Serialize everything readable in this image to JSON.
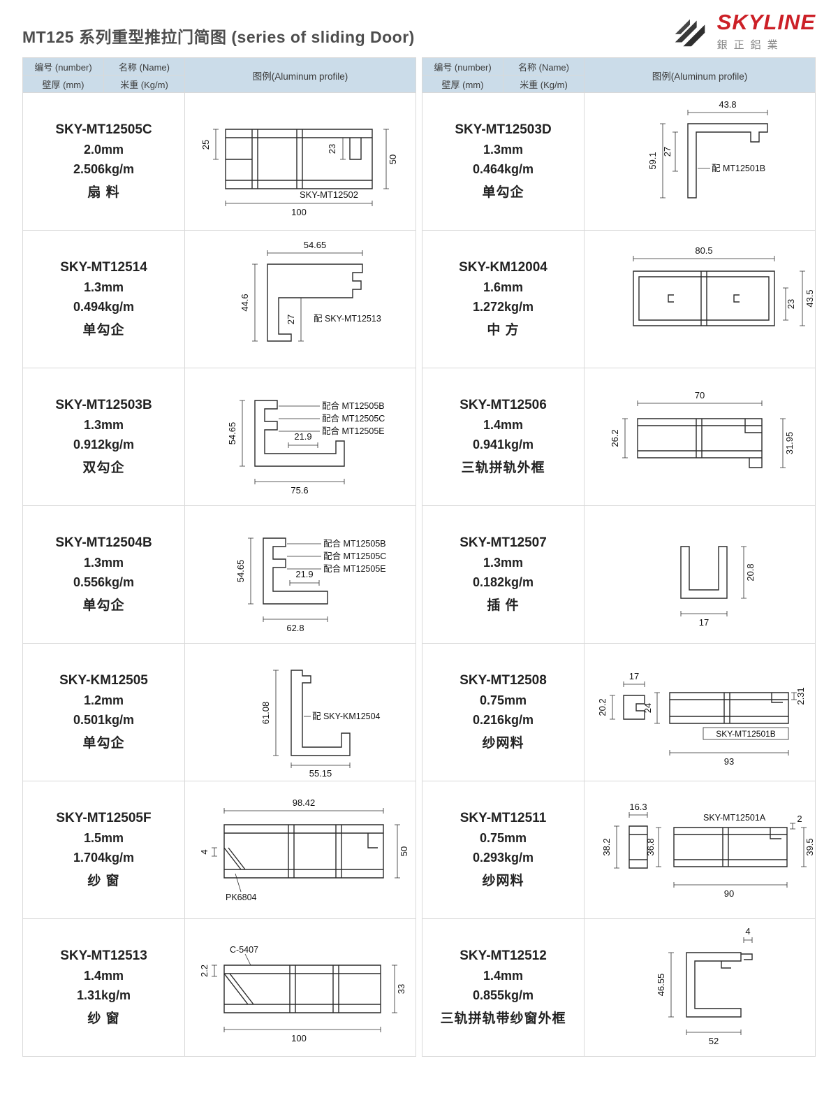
{
  "page": {
    "title": "MT125 系列重型推拉门简图 (series of  sliding Door)"
  },
  "logo": {
    "brand": "SKYLINE",
    "sub": "銀正鋁業"
  },
  "colors": {
    "brand_red": "#cc2027",
    "header_cell_bg": "#cbdce9",
    "grid_line": "#d9d9d9"
  },
  "table_header": {
    "number": "编号 (number)",
    "name": "名称 (Name)",
    "thickness": "壁厚 (mm)",
    "weight": "米重 (Kg/m)",
    "legend": "图例(Aluminum profile)"
  },
  "left_rows": [
    {
      "code": "SKY-MT12505C",
      "thickness": "2.0mm",
      "weight": "2.506kg/m",
      "name": "扇 料",
      "dims": {
        "v1": "25",
        "v2": "23",
        "v3": "50",
        "h1": "100",
        "note": "SKY-MT12502"
      }
    },
    {
      "code": "SKY-MT12514",
      "thickness": "1.3mm",
      "weight": "0.494kg/m",
      "name": "单勾企",
      "dims": {
        "h1": "54.65",
        "v1": "44.6",
        "v2": "27",
        "note": "配 SKY-MT12513"
      }
    },
    {
      "code": "SKY-MT12503B",
      "thickness": "1.3mm",
      "weight": "0.912kg/m",
      "name": "双勾企",
      "dims": {
        "v1": "54.65",
        "h1": "21.9",
        "h2": "75.6",
        "n1": "配合 MT12505B",
        "n2": "配合 MT12505C",
        "n3": "配合 MT12505E"
      }
    },
    {
      "code": "SKY-MT12504B",
      "thickness": "1.3mm",
      "weight": "0.556kg/m",
      "name": "单勾企",
      "dims": {
        "v1": "54.65",
        "h1": "21.9",
        "h2": "62.8",
        "n1": "配合 MT12505B",
        "n2": "配合 MT12505C",
        "n3": "配合 MT12505E"
      }
    },
    {
      "code": "SKY-KM12505",
      "thickness": "1.2mm",
      "weight": "0.501kg/m",
      "name": "单勾企",
      "dims": {
        "v1": "61.08",
        "h1": "55.15",
        "note": "配 SKY-KM12504"
      }
    },
    {
      "code": "SKY-MT12505F",
      "thickness": "1.5mm",
      "weight": "1.704kg/m",
      "name": "纱 窗",
      "dims": {
        "h1": "98.42",
        "v1": "4",
        "v2": "50",
        "note": "PK6804"
      }
    },
    {
      "code": "SKY-MT12513",
      "thickness": "1.4mm",
      "weight": "1.31kg/m",
      "name": "纱 窗",
      "dims": {
        "note": "C-5407",
        "v1": "2.2",
        "v2": "33",
        "h1": "100"
      }
    }
  ],
  "right_rows": [
    {
      "code": "SKY-MT12503D",
      "thickness": "1.3mm",
      "weight": "0.464kg/m",
      "name": "单勾企",
      "dims": {
        "h1": "43.8",
        "v1": "59.1",
        "v2": "27",
        "note": "配 MT12501B"
      }
    },
    {
      "code": "SKY-KM12004",
      "thickness": "1.6mm",
      "weight": "1.272kg/m",
      "name": "中 方",
      "dims": {
        "h1": "80.5",
        "v1": "23",
        "v2": "43.5"
      }
    },
    {
      "code": "SKY-MT12506",
      "thickness": "1.4mm",
      "weight": "0.941kg/m",
      "name": "三轨拼轨外框",
      "dims": {
        "h1": "70",
        "v1": "26.2",
        "v2": "31.95"
      }
    },
    {
      "code": "SKY-MT12507",
      "thickness": "1.3mm",
      "weight": "0.182kg/m",
      "name": "插 件",
      "dims": {
        "v1": "20.8",
        "h1": "17"
      }
    },
    {
      "code": "SKY-MT12508",
      "thickness": "0.75mm",
      "weight": "0.216kg/m",
      "name": "纱网料",
      "dims": {
        "h1": "17",
        "v1": "20.2",
        "v2": "24",
        "v3": "2.31",
        "note": "SKY-MT12501B",
        "h2": "93"
      }
    },
    {
      "code": "SKY-MT12511",
      "thickness": "0.75mm",
      "weight": "0.293kg/m",
      "name": "纱网料",
      "dims": {
        "h1": "16.3",
        "v1": "38.2",
        "v2": "36.8",
        "note": "SKY-MT12501A",
        "v3": "2",
        "v4": "39.5",
        "h2": "90"
      }
    },
    {
      "code": "SKY-MT12512",
      "thickness": "1.4mm",
      "weight": "0.855kg/m",
      "name": "三轨拼轨带纱窗外框",
      "dims": {
        "h1": "4",
        "v1": "46.55",
        "h2": "52"
      }
    }
  ]
}
